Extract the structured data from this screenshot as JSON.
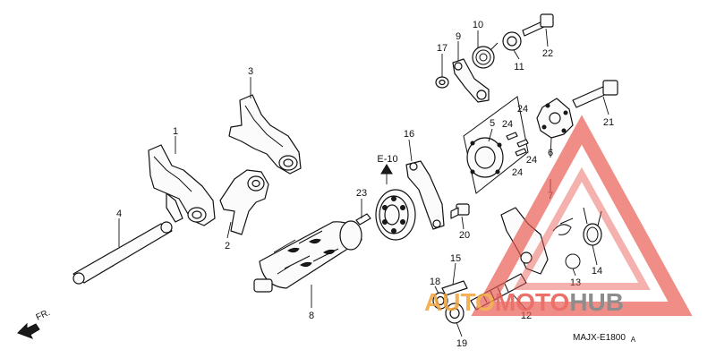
{
  "diagram": {
    "callouts": {
      "p1": "1",
      "p2": "2",
      "p3": "3",
      "p4": "4",
      "p5": "5",
      "p6": "6",
      "p7": "7",
      "p8": "8",
      "p9": "9",
      "p10": "10",
      "p11": "11",
      "p12": "12",
      "p13": "13",
      "p14": "14",
      "p15": "15",
      "p16": "16",
      "p17": "17",
      "p18": "18",
      "p19": "19",
      "p20": "20",
      "p21": "21",
      "p22": "22",
      "p23": "23",
      "p24a": "24",
      "p24b": "24",
      "p24c": "24"
    },
    "reference_label": "E-10",
    "direction_label": "FR.",
    "diagram_code": "MAJX-E1800",
    "diagram_code_suffix": "A"
  },
  "watermark": {
    "part1": "AUTO",
    "part2": "MOTO",
    "part3": "HUB",
    "colors": {
      "red": "#e8584f",
      "orange": "#f3a33a",
      "gray": "#7a7a7a"
    }
  }
}
